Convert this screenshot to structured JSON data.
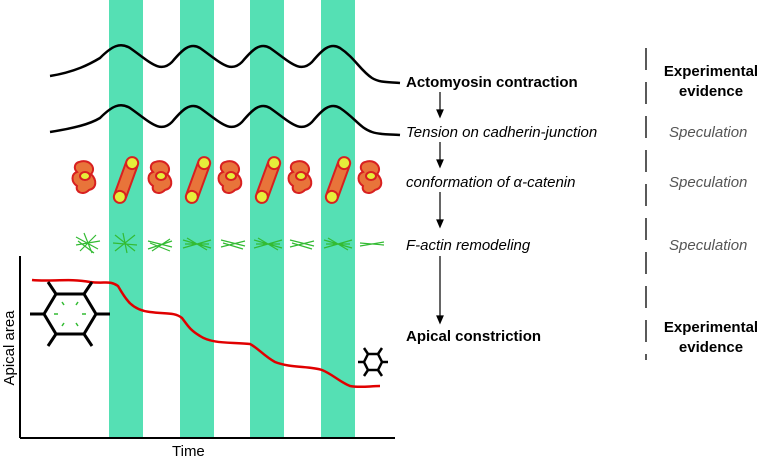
{
  "steps": [
    {
      "label": "Actomyosin contraction",
      "evidence": "Experimental evidence"
    },
    {
      "label": "Tension on cadherin-junction",
      "evidence": "Speculation"
    },
    {
      "label": "conformation of α-catenin",
      "evidence": "Speculation"
    },
    {
      "label": "F-actin remodeling",
      "evidence": "Speculation"
    },
    {
      "label": "Apical constriction",
      "evidence": "Experimental evidence"
    }
  ],
  "evidence_words": {
    "experimental_line1": "Experimental",
    "experimental_line2": "evidence"
  },
  "plot": {
    "ylabel": "Apical area",
    "xlabel": "Time"
  },
  "colors": {
    "band": "#55e0b4",
    "curve": "#e00000",
    "catenin_fill_open": "#e8743a",
    "catenin_fill_closed": "#e8743a",
    "catenin_tip": "#e6ee3a",
    "catenin_outline": "#d82020",
    "actin": "#33bb33"
  },
  "icons": [
    "large-hexagon-cell-icon",
    "small-hexagon-cell-icon",
    "down-arrow-icon"
  ]
}
